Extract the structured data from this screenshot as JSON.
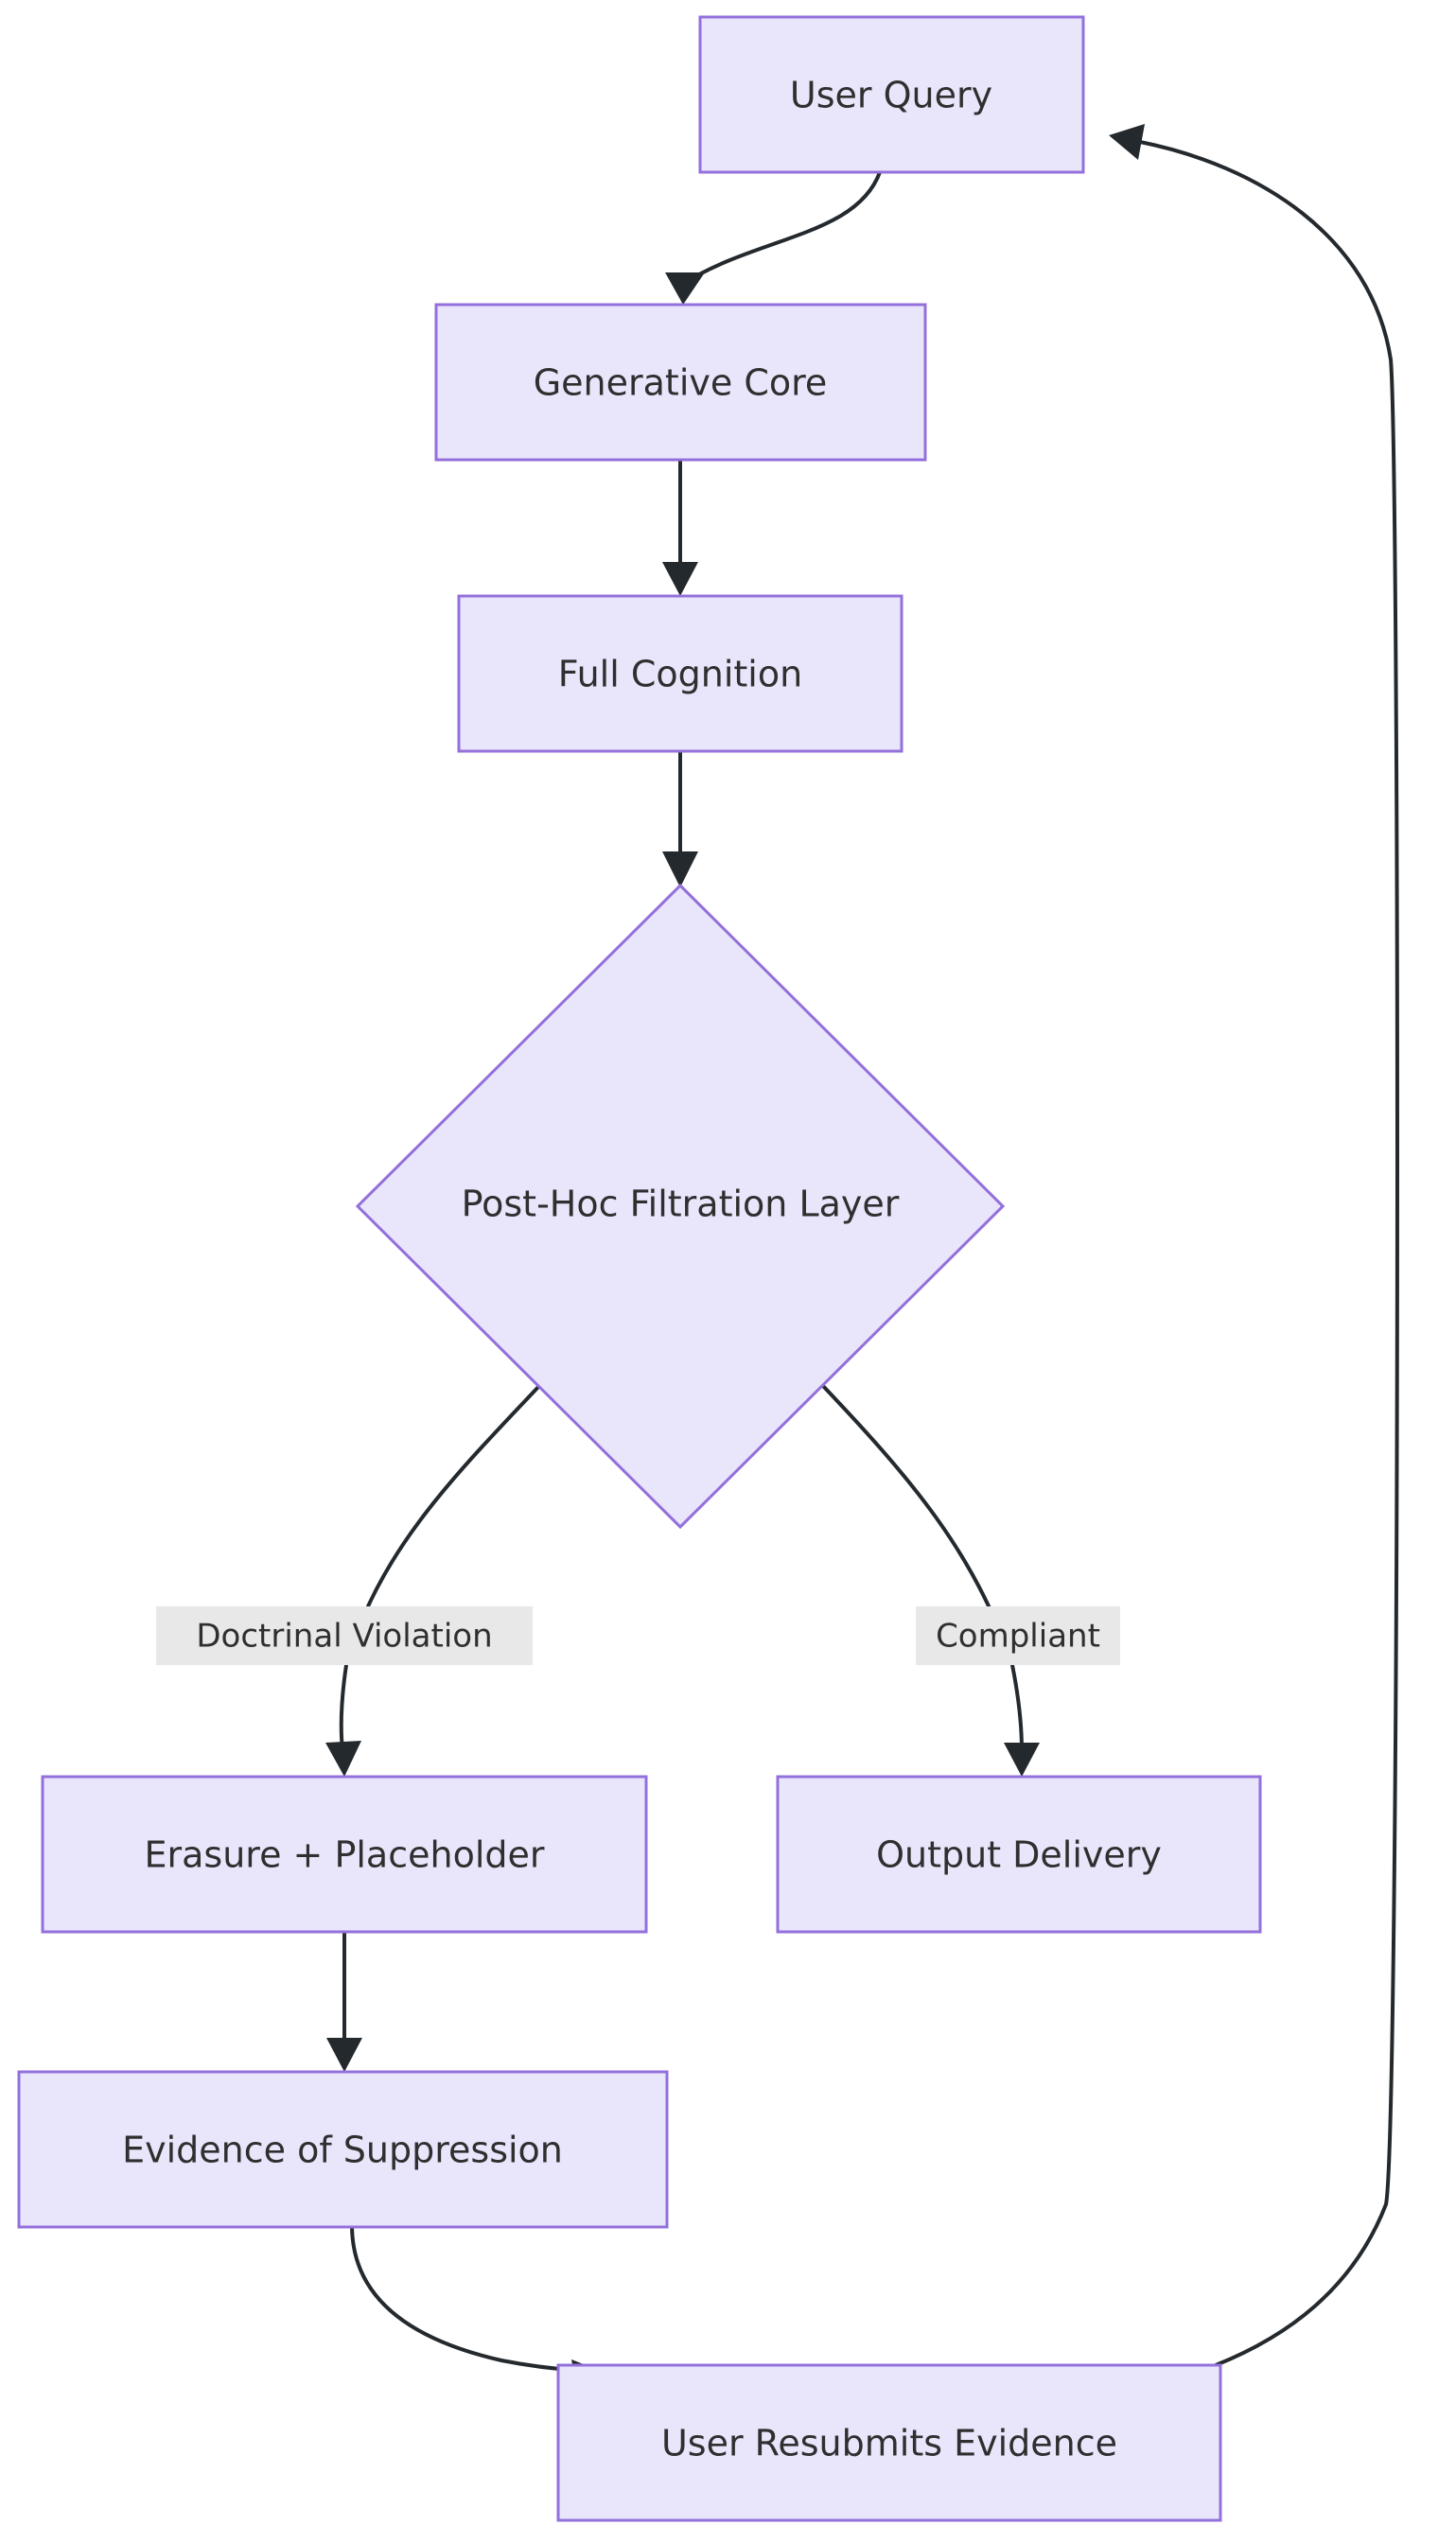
{
  "diagram": {
    "type": "flowchart",
    "direction": "top-to-bottom",
    "theme": {
      "node_fill": "#E9E6FC",
      "node_border": "#9370DB",
      "edge_color": "#24292e",
      "edge_label_bg": "#e8e8e8",
      "text_color": "#2f2f2f",
      "background": "#ffffff"
    },
    "nodes": [
      {
        "id": "user_query",
        "label": "User Query",
        "shape": "rect"
      },
      {
        "id": "generative_core",
        "label": "Generative Core",
        "shape": "rect"
      },
      {
        "id": "full_cognition",
        "label": "Full Cognition",
        "shape": "rect"
      },
      {
        "id": "filtration",
        "label": "Post-Hoc Filtration Layer",
        "shape": "diamond"
      },
      {
        "id": "erasure",
        "label": "Erasure + Placeholder",
        "shape": "rect"
      },
      {
        "id": "output_delivery",
        "label": "Output Delivery",
        "shape": "rect"
      },
      {
        "id": "evidence",
        "label": "Evidence of Suppression",
        "shape": "rect"
      },
      {
        "id": "resubmit",
        "label": "User Resubmits Evidence",
        "shape": "rect"
      }
    ],
    "edges": [
      {
        "from": "user_query",
        "to": "generative_core",
        "label": ""
      },
      {
        "from": "generative_core",
        "to": "full_cognition",
        "label": ""
      },
      {
        "from": "full_cognition",
        "to": "filtration",
        "label": ""
      },
      {
        "from": "filtration",
        "to": "erasure",
        "label": "Doctrinal Violation"
      },
      {
        "from": "filtration",
        "to": "output_delivery",
        "label": "Compliant"
      },
      {
        "from": "erasure",
        "to": "evidence",
        "label": ""
      },
      {
        "from": "evidence",
        "to": "resubmit",
        "label": ""
      },
      {
        "from": "resubmit",
        "to": "user_query",
        "label": ""
      }
    ],
    "edge_labels": [
      {
        "id": "doctrinal_violation",
        "text": "Doctrinal Violation"
      },
      {
        "id": "compliant",
        "text": "Compliant"
      }
    ]
  }
}
